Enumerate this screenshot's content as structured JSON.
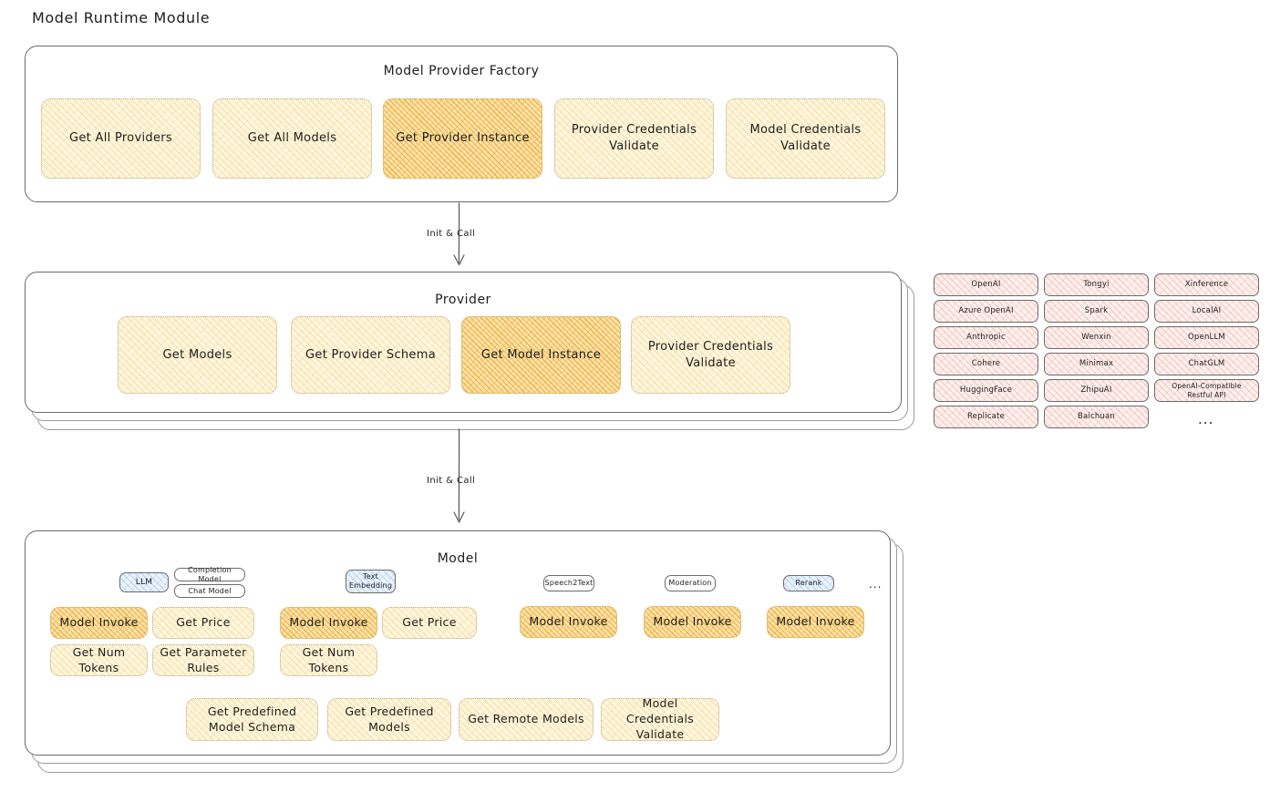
{
  "page": {
    "title": "Model Runtime Module"
  },
  "sections": {
    "factory": {
      "title": "Model Provider Factory",
      "items": [
        {
          "label": "Get All Providers",
          "highlighted": false
        },
        {
          "label": "Get All Models",
          "highlighted": false
        },
        {
          "label": "Get Provider Instance",
          "highlighted": true
        },
        {
          "label": "Provider Credentials Validate",
          "highlighted": false
        },
        {
          "label": "Model Credentials Validate",
          "highlighted": false
        }
      ]
    },
    "provider": {
      "title": "Provider",
      "items": [
        {
          "label": "Get Models",
          "highlighted": false
        },
        {
          "label": "Get Provider Schema",
          "highlighted": false
        },
        {
          "label": "Get Model Instance",
          "highlighted": true
        },
        {
          "label": "Provider Credentials Validate",
          "highlighted": false
        }
      ]
    },
    "model": {
      "title": "Model",
      "groups": [
        {
          "badge": "LLM",
          "badge_style": "blue",
          "sub_badges": [
            "Completion Model",
            "Chat Model"
          ],
          "methods": [
            {
              "label": "Model Invoke",
              "highlighted": true
            },
            {
              "label": "Get Price",
              "highlighted": false
            },
            {
              "label": "Get Num Tokens",
              "highlighted": false
            },
            {
              "label": "Get Parameter Rules",
              "highlighted": false
            }
          ]
        },
        {
          "badge": "Text Embedding",
          "badge_style": "blue",
          "sub_badges": [],
          "methods": [
            {
              "label": "Model Invoke",
              "highlighted": true
            },
            {
              "label": "Get Price",
              "highlighted": false
            },
            {
              "label": "Get Num Tokens",
              "highlighted": false
            }
          ]
        },
        {
          "badge": "Speech2Text",
          "badge_style": "white",
          "sub_badges": [],
          "methods": [
            {
              "label": "Model Invoke",
              "highlighted": true
            }
          ]
        },
        {
          "badge": "Moderation",
          "badge_style": "white",
          "sub_badges": [],
          "methods": [
            {
              "label": "Model Invoke",
              "highlighted": true
            }
          ]
        },
        {
          "badge": "Rerank",
          "badge_style": "blue",
          "sub_badges": [],
          "methods": [
            {
              "label": "Model Invoke",
              "highlighted": true
            }
          ]
        }
      ],
      "groups_ellipsis": "...",
      "shared_methods": [
        {
          "label": "Get Predefined Model Schema",
          "highlighted": false
        },
        {
          "label": "Get Predefined Models",
          "highlighted": false
        },
        {
          "label": "Get Remote Models",
          "highlighted": false
        },
        {
          "label": "Model Credentials Validate",
          "highlighted": false
        }
      ]
    }
  },
  "connectors": [
    {
      "label": "Init & Call"
    },
    {
      "label": "Init & Call"
    }
  ],
  "provider_list": {
    "columns": [
      [
        "OpenAI",
        "Azure OpenAI",
        "Anthropic",
        "Cohere",
        "HuggingFace",
        "Replicate"
      ],
      [
        "Tongyi",
        "Spark",
        "Wenxin",
        "Minimax",
        "ZhipuAI",
        "Baichuan"
      ],
      [
        "Xinference",
        "LocalAI",
        "OpenLLM",
        "ChatGLM",
        "OpenAI-Compatible Restful API"
      ]
    ],
    "ellipsis": "..."
  },
  "colors": {
    "highlight_fill": "#fbe3b0",
    "normal_fill": "#fdf6e0",
    "provider_chip_fill": "#fdf0ee",
    "badge_blue_fill": "#eaf3fb",
    "stroke": "#1e1e1e",
    "background": "#ffffff"
  }
}
